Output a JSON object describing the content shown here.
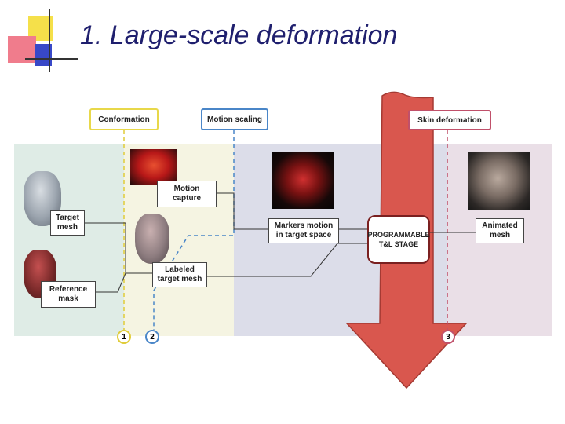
{
  "slide": {
    "title": "1. Large-scale deformation"
  },
  "diagram": {
    "stages": {
      "conformation": "Conformation",
      "motion_scaling": "Motion scaling",
      "skin_deformation": "Skin deformation"
    },
    "boxes": {
      "target_mesh": "Target\nmesh",
      "reference_mask": "Reference\nmask",
      "motion_capture": "Motion\ncapture",
      "labeled_target_mesh": "Labeled\ntarget mesh",
      "markers_motion": "Markers motion\nin target space",
      "programmable_stage": "PROGRAMMABLE\nT&L STAGE",
      "animated_mesh": "Animated\nmesh"
    },
    "markers": [
      "1",
      "2",
      "3"
    ],
    "colors": {
      "title": "#1f1f6e",
      "arrow": "#d9574e",
      "conformation": "#e8d84a",
      "motion_scaling": "#4a86c8",
      "skin_deformation": "#c0506a"
    }
  }
}
